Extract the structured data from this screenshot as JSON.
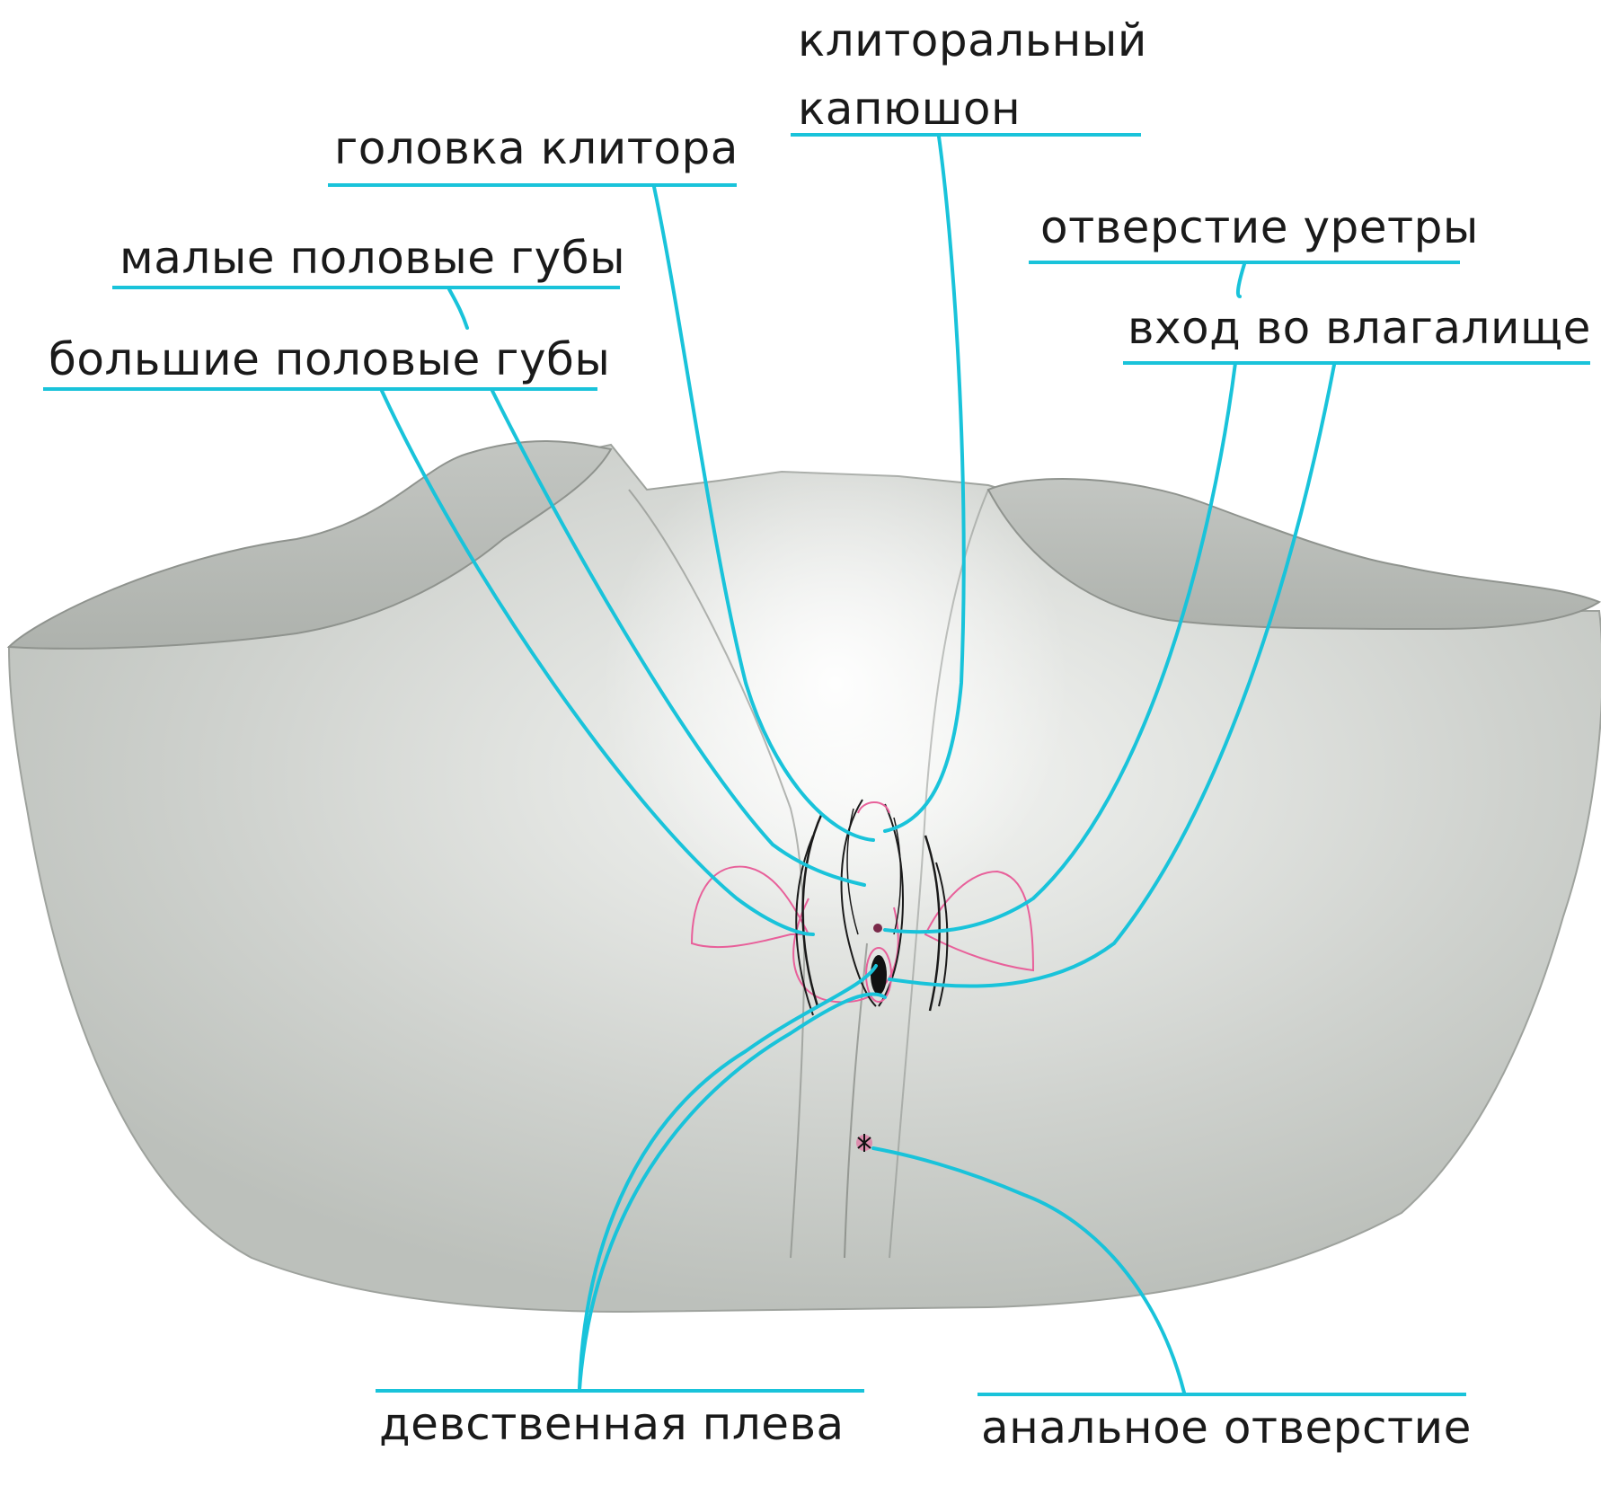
{
  "labels": {
    "clitoral_hood_line1": "клиторальный",
    "clitoral_hood_line2": "капюшон",
    "clitoris_glans": "головка клитора",
    "urethral_opening": "отверстие уретры",
    "labia_minora": "малые половые губы",
    "vaginal_opening": "вход во влагалище",
    "labia_majora": "большие половые губы",
    "hymen": "девственная плева",
    "anus": "анальное отверстие"
  },
  "colors": {
    "leader_line": "#19c3da",
    "body_fill": "#c9ccc8",
    "top_cut_fill": "#b9bcb8",
    "center_highlight": "#f2f3f1",
    "ink": "#1a1a1a",
    "pink_outline": "#e8609a"
  }
}
